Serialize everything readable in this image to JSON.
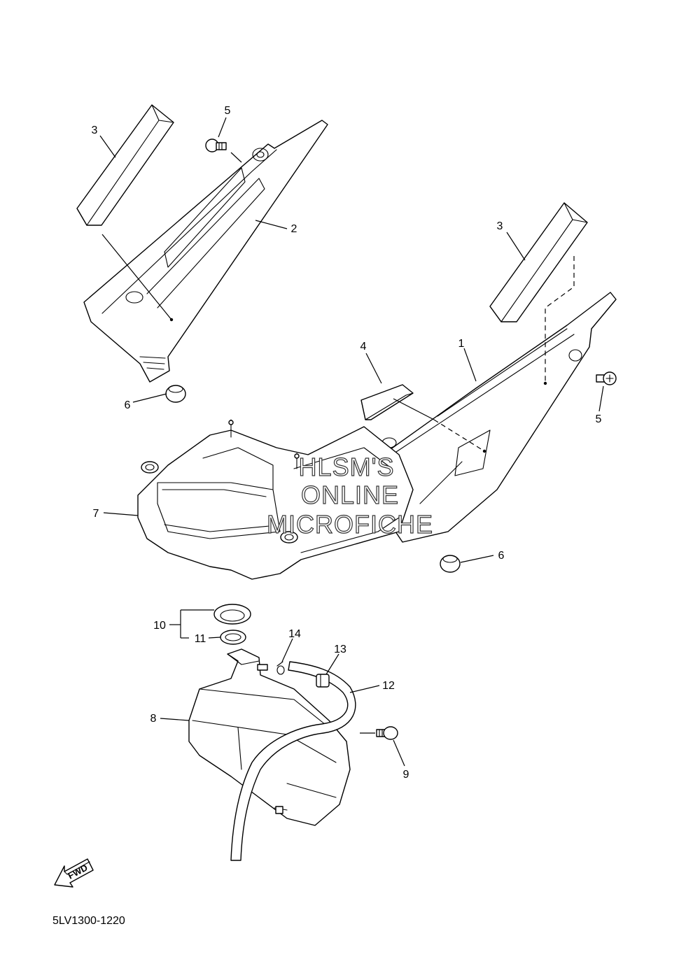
{
  "diagram": {
    "callouts": {
      "c1": "1",
      "c2": "2",
      "c3a": "3",
      "c3b": "3",
      "c4": "4",
      "c5a": "5",
      "c5b": "5",
      "c6a": "6",
      "c6b": "6",
      "c7": "7",
      "c8": "8",
      "c9": "9",
      "c10": "10",
      "c11": "11",
      "c12": "12",
      "c13": "13",
      "c14": "14"
    },
    "watermark": {
      "line1": "HLSM'S",
      "line2": "ONLINE",
      "line3": "MICROFICHE"
    },
    "fwd_label": "FWD",
    "diagram_code": "5LV1300-1220"
  }
}
